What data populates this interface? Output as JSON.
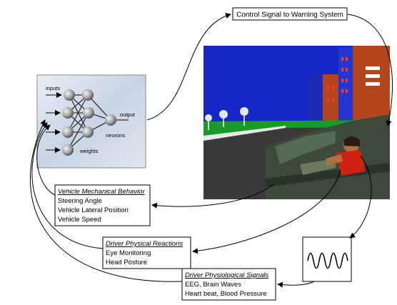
{
  "title_box": "Control Signal to Warning System",
  "nn": {
    "inputs_label": "inputs",
    "output_label": "output",
    "neurons_label": "neurons",
    "weights_label": "weights"
  },
  "boxes": [
    {
      "id": "vehicle",
      "title": "Vehicle Mechanical Behavior",
      "items": [
        "Steering Angle",
        "Vehicle Lateral Position",
        "Vehicle Speed"
      ]
    },
    {
      "id": "physical",
      "title": "Driver Physical Reactions",
      "items": [
        "Eye Monitoring",
        "Head Posture"
      ]
    },
    {
      "id": "physio",
      "title": "Driver Physiological Signals",
      "items": [
        "EEG, Brain Waves",
        "Heart beat, Blood Pressure"
      ]
    }
  ],
  "colors": {
    "sky": "#1428c8",
    "grass": "#1a9a2a",
    "road": "#3a3a3a",
    "building_red": "#b4461e",
    "building_blue": "#1e2ab4",
    "car": "#3c4a3a",
    "driver_shirt": "#d02010"
  }
}
